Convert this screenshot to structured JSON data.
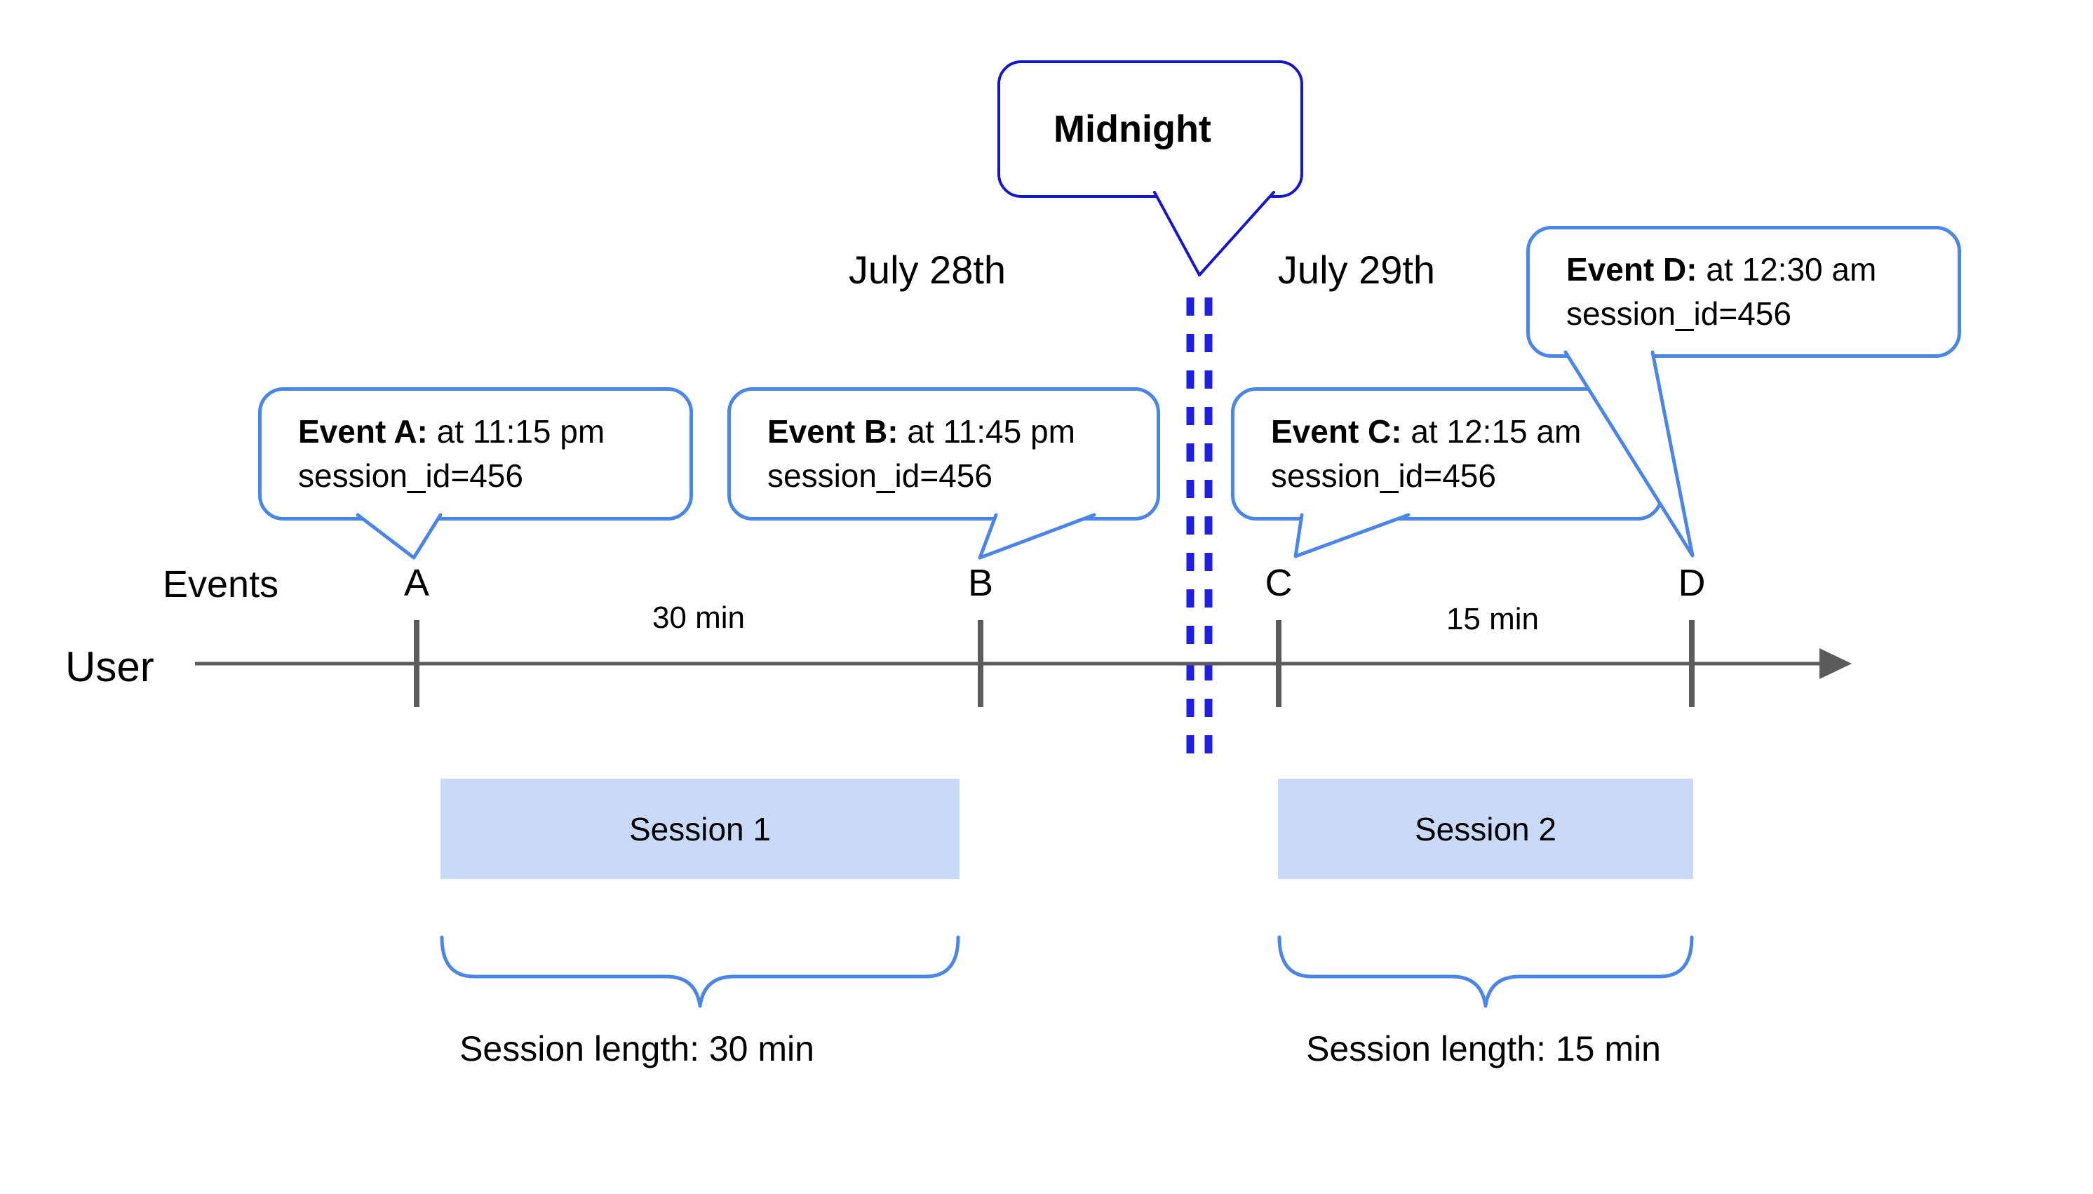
{
  "colors": {
    "accent": "#4a86e8",
    "midnight": "#1515cf",
    "dash": "#1e1ee4",
    "session_fill": "#c9daf8",
    "line": "#5b5b5b",
    "text": "#000000"
  },
  "midnight_callout": {
    "text": "Midnight"
  },
  "dates": {
    "left": "July 28th",
    "right": "July 29th"
  },
  "events": [
    {
      "letter": "A",
      "label": "Event A:",
      "time": " at 11:15 pm",
      "session": "session_id=456"
    },
    {
      "letter": "B",
      "label": "Event B:",
      "time": " at 11:45 pm",
      "session": "session_id=456"
    },
    {
      "letter": "C",
      "label": "Event C:",
      "time": " at 12:15 am",
      "session": "session_id=456"
    },
    {
      "letter": "D",
      "label": "Event D:",
      "time": " at 12:30 am",
      "session": "session_id=456"
    }
  ],
  "axis": {
    "events_label": "Events",
    "user_label": "User"
  },
  "intervals": {
    "ab": "30 min",
    "cd": "15 min"
  },
  "sessions": [
    {
      "name": "Session 1",
      "length_label": "Session length: 30 min"
    },
    {
      "name": "Session 2",
      "length_label": "Session length: 15 min"
    }
  ]
}
